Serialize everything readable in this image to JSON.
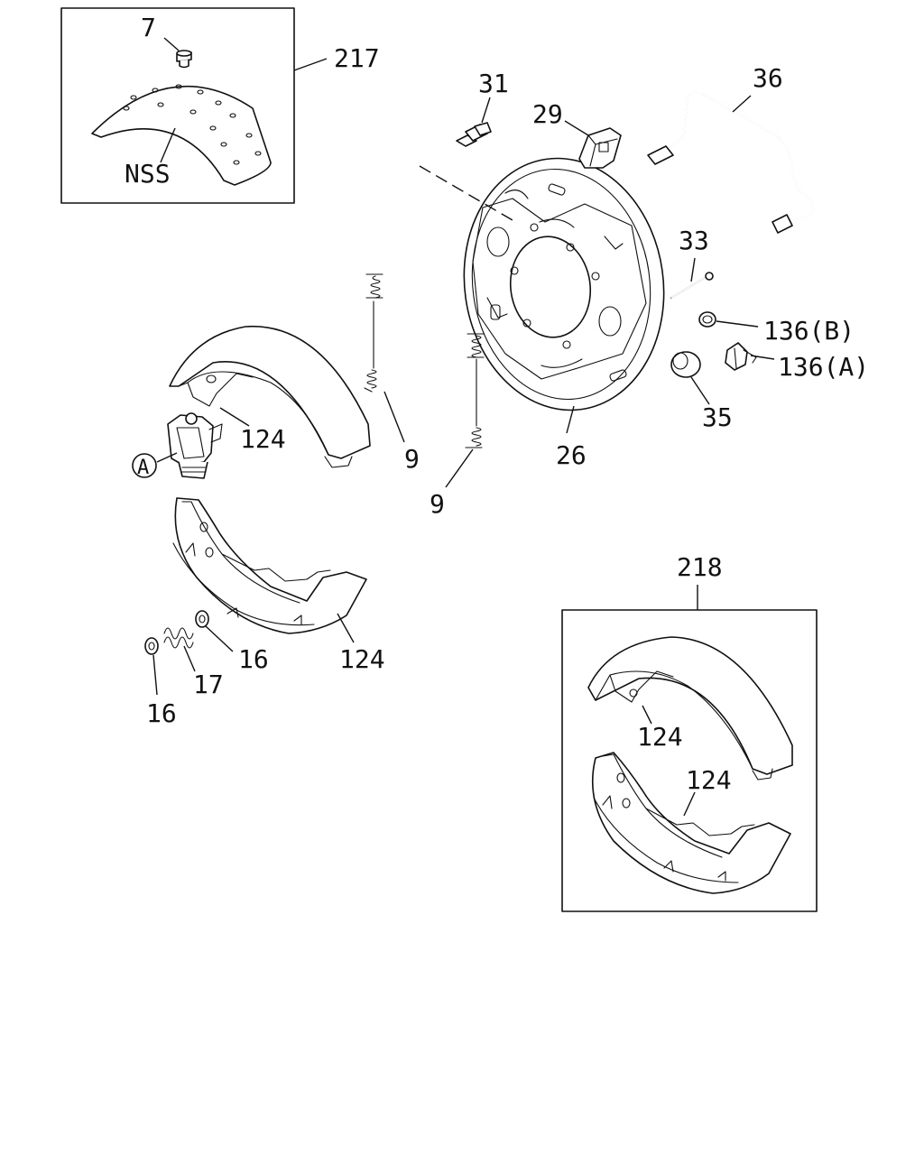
{
  "labels": {
    "p7": "7",
    "p217": "217",
    "nss": "NSS",
    "p31": "31",
    "p29": "29",
    "p36": "36",
    "p33": "33",
    "p136b": "136(B)",
    "p136a": "136(A)",
    "p35": "35",
    "p26": "26",
    "p9a": "9",
    "p9b": "9",
    "p124a": "124",
    "p124b": "124",
    "p124c": "124",
    "p124d": "124",
    "circleA": "A",
    "p16a": "16",
    "p16b": "16",
    "p17": "17",
    "p218": "218"
  }
}
